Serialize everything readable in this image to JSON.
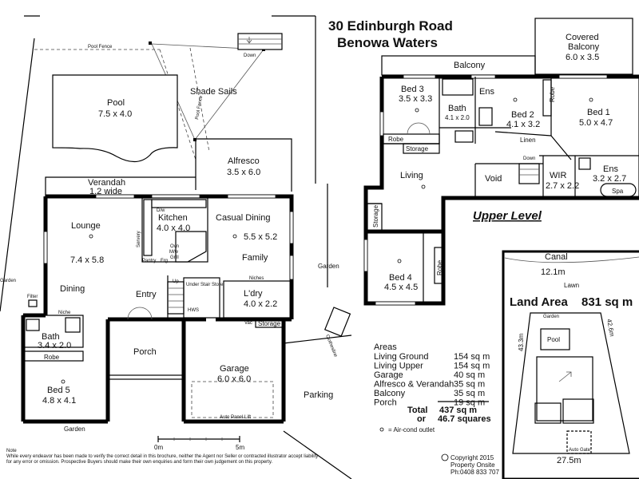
{
  "title": {
    "line1": "30 Edinburgh Road",
    "line2": "Benowa Waters"
  },
  "ground": {
    "pool_fence": "Pool Fence",
    "pool_fence_v": "Pool Fence",
    "down_top": "Down",
    "shade_sails": "Shade Sails",
    "pool": {
      "name": "Pool",
      "size": "7.5 x 4.0"
    },
    "alfresco": {
      "name": "Alfresco",
      "size": "3.5 x 6.0"
    },
    "verandah": {
      "name": "Verandah",
      "size": "1.2 wide"
    },
    "lounge": {
      "name": "Lounge",
      "size": "7.4 x 5.8"
    },
    "dining": "Dining",
    "kitchen": {
      "name": "Kitchen",
      "size": "4.0 x 4.0"
    },
    "casual_dining": {
      "name": "Casual Dining",
      "size": "5.5 x 5.2"
    },
    "family": "Family",
    "dw": "D/w",
    "servery": "Servery",
    "oven": "Ovn",
    "mw": "M/w",
    "grill": "Grill",
    "pantry": "Pantry",
    "frg": "Frg",
    "niches_top": "Niches",
    "up": "Up",
    "under_stair_store": "Under Stair Store",
    "hws": "HWS",
    "entry": "Entry",
    "laundry": {
      "name": "L'dry",
      "size": "4.0 x 2.2"
    },
    "vac": "Vac",
    "storage": "Storage",
    "niche": "Niche",
    "filter": "Filter",
    "garden_left": "Garden",
    "bath": {
      "name": "Bath",
      "size": "3.4 x 2.0"
    },
    "robe": "Robe",
    "bed5": {
      "name": "Bed 5",
      "size": "4.8 x 4.1"
    },
    "porch": "Porch",
    "garage": {
      "name": "Garage",
      "size": "6.0 x 6.0"
    },
    "auto_panel_lift": "Auto Panel Lift",
    "garden_bottom": "Garden",
    "garden_right": "Garden",
    "clothesline": "Clothesline",
    "parking": "Parking",
    "scale_0": "0m",
    "scale_5": "5m"
  },
  "upper": {
    "covered_balcony": {
      "name": "Covered",
      "name2": "Balcony",
      "size": "6.0 x 3.5"
    },
    "balcony": "Balcony",
    "bed3": {
      "name": "Bed 3",
      "size": "3.5 x 3.3"
    },
    "bath": {
      "name": "Bath",
      "size": "4.1 x 2.0"
    },
    "ens_a": "Ens",
    "bed2": {
      "name": "Bed 2",
      "size": "4.1 x 3.2"
    },
    "robe_a": "Robe",
    "bed1": {
      "name": "Bed 1",
      "size": "5.0 x 4.7"
    },
    "robe_b": "Robe",
    "storage_a": "Storage",
    "linen": "Linen",
    "down": "Down",
    "living": "Living",
    "void": "Void",
    "wir": {
      "name": "WIR",
      "size": "2.7 x 2.2"
    },
    "ens_b": {
      "name": "Ens",
      "size": "3.2 x 2.7"
    },
    "spa": "Spa",
    "storage_b": "Storage",
    "bed4": {
      "name": "Bed 4",
      "size": "4.5 x 4.5"
    },
    "robe_c": "Robe",
    "section_label": "Upper Level"
  },
  "site": {
    "canal": "Canal",
    "top_width": "12.1m",
    "lawn": "Lawn",
    "land_area_label": "Land Area",
    "land_area_value": "831 sq m",
    "garden": "Garden",
    "pool": "Pool",
    "left_side": "43.3m",
    "right_side": "42.6m",
    "auto_gate": "Auto Gate",
    "bottom_width": "27.5m"
  },
  "areas": {
    "heading": "Areas",
    "rows": [
      {
        "label": "Living Ground",
        "value": "154 sq m"
      },
      {
        "label": "Living Upper",
        "value": "154 sq m"
      },
      {
        "label": "Garage",
        "value": "40 sq m"
      },
      {
        "label": "Alfresco & Verandah",
        "value": "35 sq m"
      },
      {
        "label": "Balcony",
        "value": "35 sq m"
      },
      {
        "label": "Porch",
        "value": "19 sq m"
      }
    ],
    "total_label": "Total",
    "total_value": "437 sq m",
    "or_label": "or",
    "squares_value": "46.7 squares",
    "aircon_legend": "= Air-cond outlet"
  },
  "footer": {
    "note_heading": "Note",
    "note_line1": "While every endeavor has been made to verify the correct detail in this brochure, neither the Agent nor Seller or contracted illustrator accept liability",
    "note_line2": "for any error or omission. Prospective Buyers should make their own enquiries and form their own judgement on this property.",
    "copyright": "Copyright 2015",
    "company": "Property Onsite",
    "phone": "Ph:0408 833 707"
  }
}
